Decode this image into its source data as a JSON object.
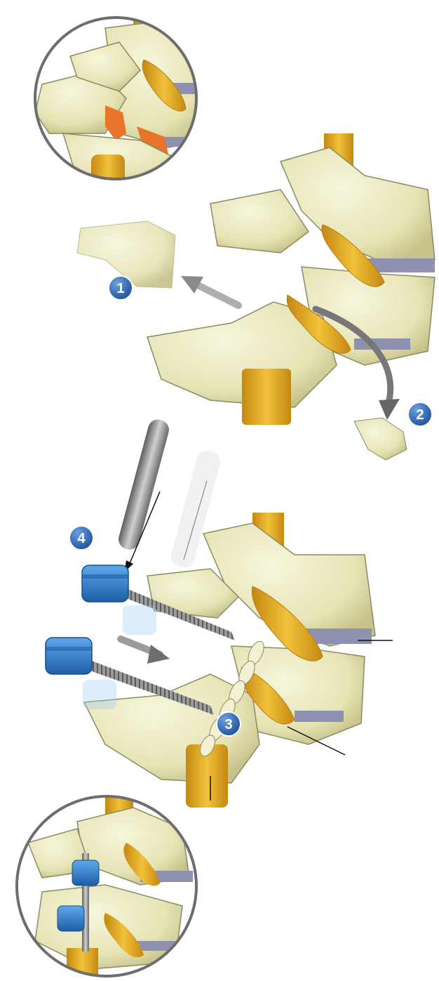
{
  "figure": {
    "steps": [
      {
        "id": "step-1",
        "label": "1"
      },
      {
        "id": "step-2",
        "label": "2"
      },
      {
        "id": "step-3",
        "label": "3"
      },
      {
        "id": "step-4",
        "label": "4"
      }
    ],
    "colors": {
      "bone": "#ecebc0",
      "bone_shadow": "#c9c58e",
      "bone_outline": "#8b8a63",
      "nerve": "#e9b321",
      "nerve_dark": "#b97d12",
      "disc": "#8e92b0",
      "inflamed": "#e8742b",
      "implant_cap": "#2f7fc9",
      "screw": "#8c8c8c",
      "rod": "#9a9a9a",
      "badge": "#3a6fb8",
      "arrow": "#777777"
    }
  }
}
